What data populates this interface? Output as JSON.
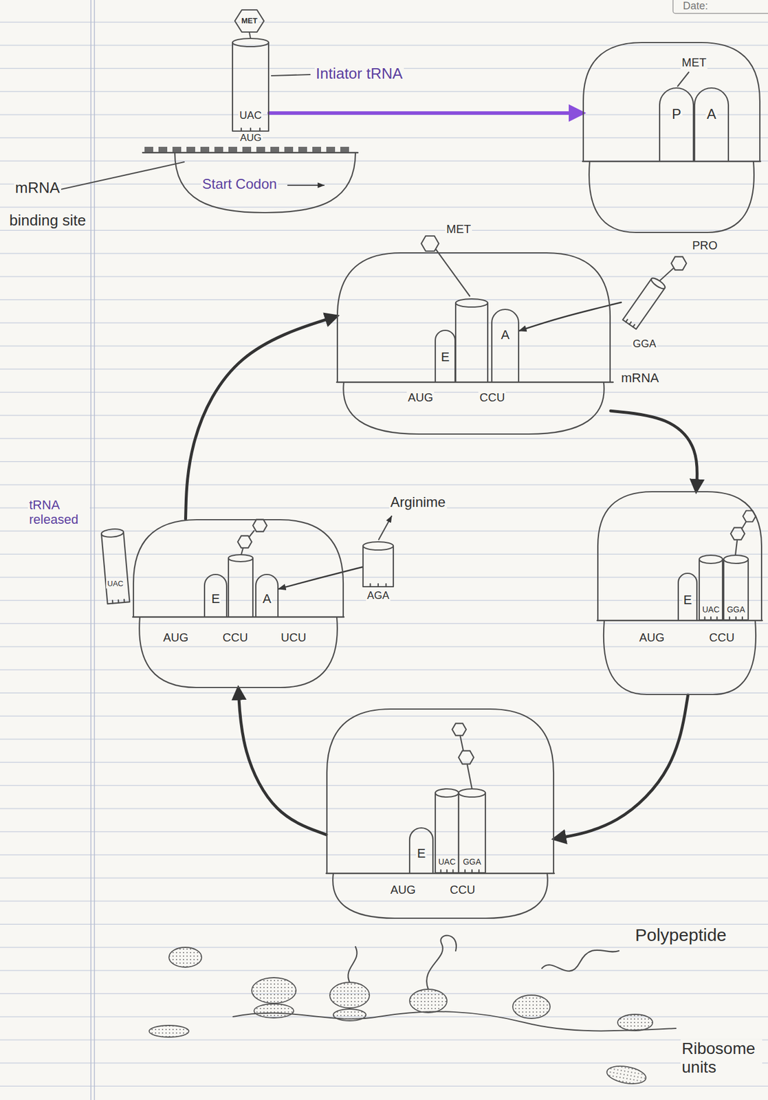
{
  "diagram": {
    "nodes": [
      {
        "text": [
          "MET"
        ]
      },
      {
        "text": [
          "UAC"
        ]
      },
      {
        "text": [
          "Start Codon"
        ]
      },
      {
        "text": [
          "MET"
        ]
      },
      {
        "text": [
          "P"
        ],
        "in": 3
      },
      {
        "text": [
          "A"
        ],
        "in": 3
      },
      {
        "text": [
          "AUG",
          "CCU"
        ]
      },
      {
        "text": [
          "E"
        ],
        "in": 6
      },
      {
        "text": [
          "A"
        ],
        "in": 6
      },
      {
        "text": [
          "GGA"
        ]
      },
      {
        "text": [
          "UAC"
        ]
      },
      {
        "text": [
          "AUG",
          "CCU",
          "UCU"
        ]
      },
      {
        "text": [
          "E"
        ],
        "in": 11
      },
      {
        "text": [
          "A"
        ],
        "in": 11
      },
      {
        "text": [
          "AGA"
        ]
      },
      {
        "text": [
          "AUG",
          "CCU"
        ]
      },
      {
        "text": [
          "E"
        ],
        "in": 15
      },
      {
        "text": [
          "UAC"
        ],
        "in": 15
      },
      {
        "text": [
          "GGA"
        ],
        "in": 15
      },
      {
        "text": [
          "AUG",
          "CCU"
        ]
      },
      {
        "text": [
          "E"
        ],
        "in": 19
      },
      {
        "text": [
          "UAC"
        ],
        "in": 19
      },
      {
        "text": [
          "GGA"
        ],
        "in": 19
      }
    ],
    "edges": [
      {
        "from": 0,
        "to": 1,
        "arrow": "none"
      },
      {
        "from": 1,
        "to": 3,
        "arrow": "to"
      },
      {
        "from": 9,
        "to": 8,
        "arrow": "to"
      },
      {
        "from": 14,
        "to": 13,
        "arrow": "to"
      },
      {
        "from": 11,
        "to": 6,
        "arrow": "to"
      },
      {
        "from": 6,
        "to": 15,
        "arrow": "to"
      },
      {
        "from": 15,
        "to": 19,
        "arrow": "to"
      },
      {
        "from": 19,
        "to": 11,
        "arrow": "to"
      }
    ],
    "labels": [
      "Date:",
      "Intiator tRNA",
      "AUG",
      "mRNA",
      "binding site",
      "MET",
      "PRO",
      "mRNA",
      "tRNA released",
      "Arginime",
      "Polypeptide",
      "Ribosome units"
    ]
  }
}
